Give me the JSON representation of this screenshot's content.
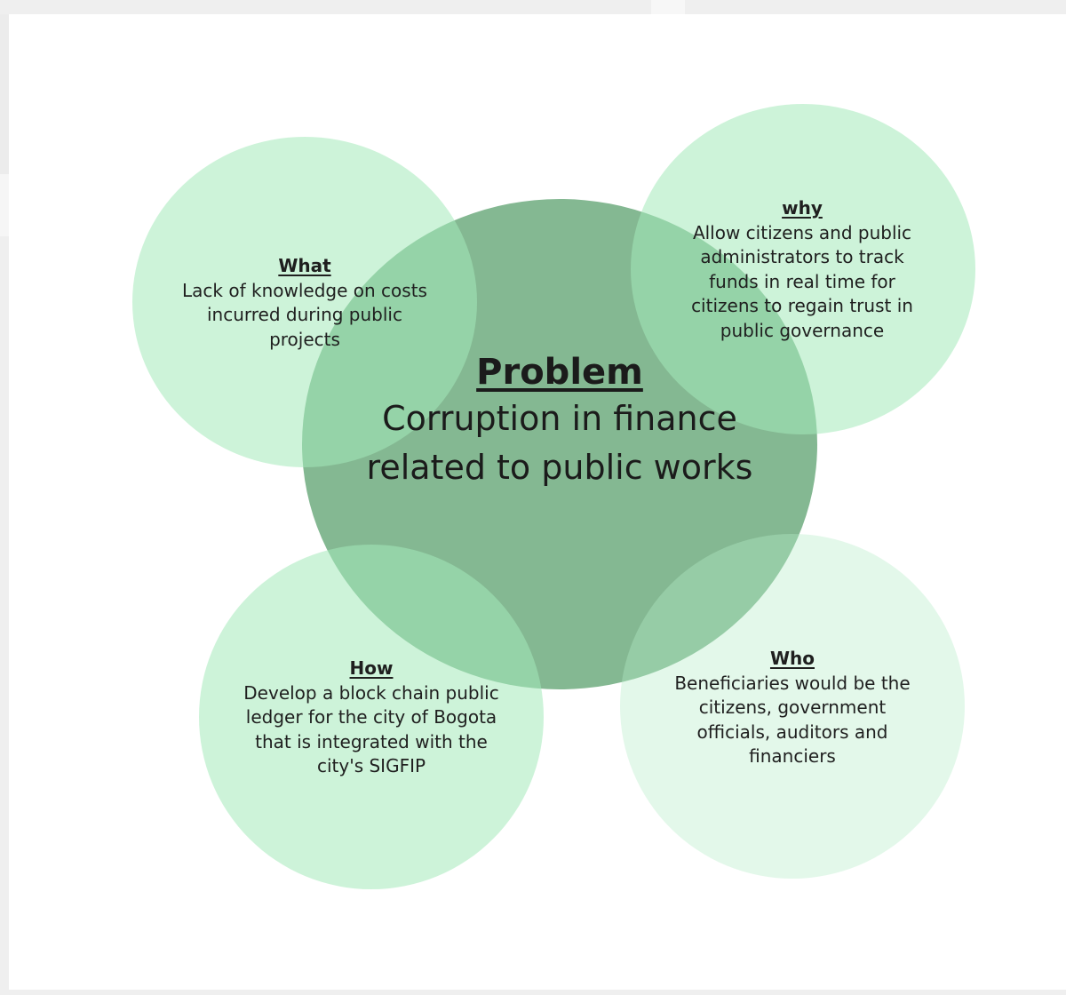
{
  "diagram": {
    "center": {
      "heading": "Problem",
      "text": "Corruption in finance related to public works"
    },
    "what": {
      "heading": "What ",
      "text": "Lack of knowledge on costs incurred during public projects"
    },
    "why": {
      "heading": "why",
      "text": "Allow citizens and public administrators to track funds in real time for citizens to regain trust in public governance"
    },
    "how": {
      "heading": "How",
      "text": "Develop a block chain public ledger for the city of Bogota that is integrated with the city's SIGFIP"
    },
    "who": {
      "heading": "Who",
      "text": "Beneficiaries would be the citizens, government officials, auditors and financiers"
    }
  },
  "colors": {
    "center_circle": "#549c68",
    "outer_circle": "#a4eaba",
    "text": "#1f1f1f",
    "canvas": "#ffffff"
  }
}
